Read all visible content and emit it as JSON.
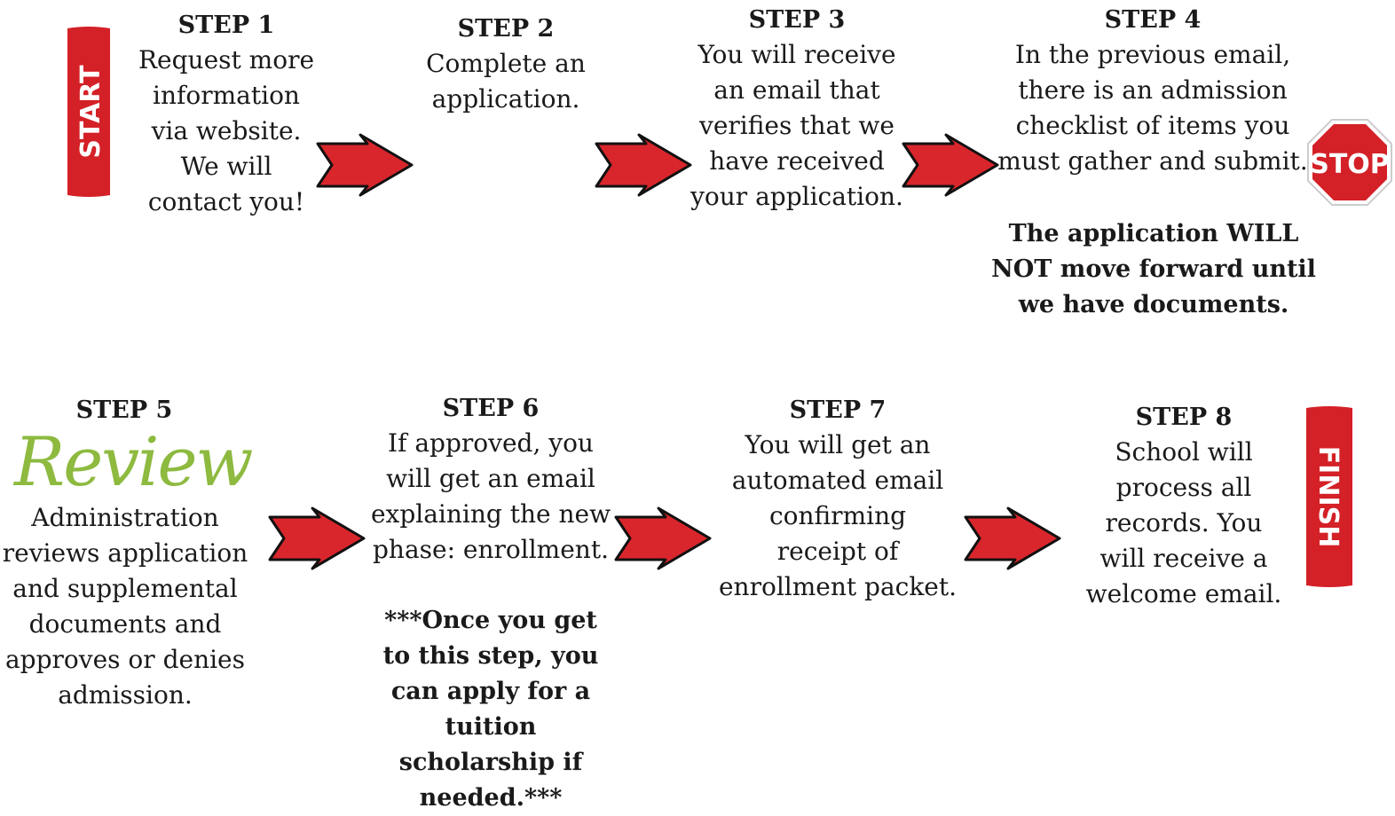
{
  "banners": {
    "start": "START",
    "stop": "STOP",
    "finish": "FINISH"
  },
  "steps": [
    {
      "title": "STEP 1",
      "lines": [
        "Request more",
        "information",
        "via website.",
        "We will",
        "contact you!"
      ]
    },
    {
      "title": "STEP 2",
      "lines": [
        "Complete an",
        "application."
      ]
    },
    {
      "title": "STEP 3",
      "lines": [
        "You will receive",
        "an email that",
        "verifies that we",
        "have received",
        "your application."
      ]
    },
    {
      "title": "STEP 4",
      "lines": [
        "In the previous email,",
        "there is an admission",
        "checklist of items you",
        "must gather and submit."
      ]
    },
    {
      "title": "STEP 5",
      "lines": [
        "Administration",
        "reviews application",
        "and supplemental",
        "documents and",
        "approves or denies",
        "admission."
      ]
    },
    {
      "title": "STEP 6",
      "lines": [
        "If approved, you",
        "will get an email",
        "explaining the new",
        "phase: enrollment."
      ]
    },
    {
      "title": "STEP 7",
      "lines": [
        "You will get an",
        "automated email",
        "confirming",
        "receipt of",
        "enrollment packet."
      ]
    },
    {
      "title": "STEP 8",
      "lines": [
        "School will",
        "process all",
        "records.  You",
        "will receive a",
        "welcome email."
      ]
    }
  ],
  "step4_note": [
    "The application WILL",
    "NOT move forward until",
    "we have documents."
  ],
  "step5_script": "Review",
  "step6_note": [
    "***Once you get",
    "to this step, you",
    "can apply for a",
    "tuition",
    "scholarship if",
    "needed.***"
  ],
  "colors": {
    "banner_red": "#d42027",
    "arrow_red": "#d9262c",
    "review_green": "#8dba3f"
  },
  "icons": [
    "arrow-right-icon",
    "stop-sign-icon"
  ]
}
